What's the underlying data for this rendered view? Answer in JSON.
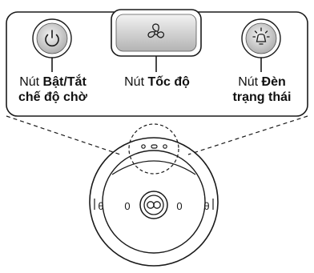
{
  "panel": {
    "buttons": [
      {
        "id": "power",
        "icon": "power-icon",
        "label_plain": "Nút ",
        "label_bold": "Bật/Tắt",
        "label_line2_bold": "chế độ chờ"
      },
      {
        "id": "fan",
        "icon": "fan-icon",
        "label_plain": "Nút ",
        "label_bold": "Tốc độ"
      },
      {
        "id": "light",
        "icon": "lamp-icon",
        "label_plain": "Nút ",
        "label_bold": "Đèn",
        "label_line2_bold": "trạng thái"
      }
    ]
  },
  "device": {
    "knob_labels": [
      "θ",
      "0",
      "0",
      "θ"
    ],
    "indicator_dots": 3
  },
  "colors": {
    "stroke": "#1a1a1a",
    "button_fill_top": "#ececec",
    "button_fill_bottom": "#b9b9b9",
    "panel_bg": "#ffffff"
  }
}
